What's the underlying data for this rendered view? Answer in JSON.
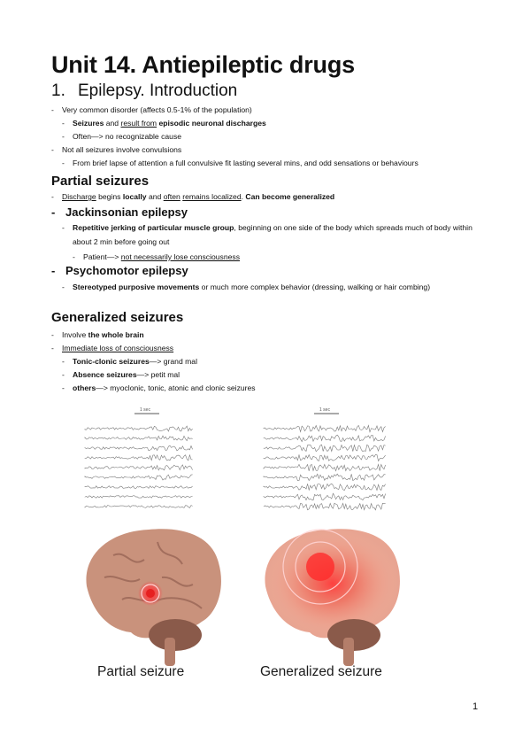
{
  "title": "Unit 14. Antiepileptic drugs",
  "section1": {
    "number": "1.",
    "title": "Epilepsy. Introduction",
    "items": {
      "common_a": "Very common disorder (affects 0.5-1% of the population)",
      "seizures_b1": "Seizures",
      "seizures_t1": " and ",
      "seizures_u1": "result from",
      "seizures_b2": " episodic neuronal discharges",
      "often": "Often",
      "often_rest": "—> no recognizable cause",
      "notall": "Not all seizures involve convulsions",
      "brief": "From brief lapse of attention a full convulsive fit lasting several mins, and odd sensations or behaviours"
    }
  },
  "partial": {
    "heading": "Partial seizures",
    "line_u1": "Discharge",
    "line_t1": " begins ",
    "line_b1": "locally",
    "line_t2": " and ",
    "line_u2": "often",
    "line_t3": " ",
    "line_u3": "remains localized",
    "line_t4": ". ",
    "line_b2": "Can become generalized",
    "jack": {
      "heading": "Jackinsonian epilepsy",
      "desc_b": "Repetitive jerking of particular muscle group",
      "desc_t": ", beginning on one side of the body which spreads much of body within about 2 min before going out",
      "patient": "Patient—> ",
      "patient_u": "not necessarily lose consciousness"
    },
    "psycho": {
      "heading": "Psychomotor epilepsy",
      "desc_b": "Stereotyped purposive movements",
      "desc_t": " or much more complex behavior (dressing, walking or hair combing)"
    }
  },
  "generalized": {
    "heading": "Generalized seizures",
    "involve_t": "Involve ",
    "involve_b": "the whole brain",
    "immediate": "Immediate loss of consciousness",
    "tonic_b": "Tonic-clonic seizures",
    "tonic_t": "—> grand mal",
    "absence_b": "Absence seizures",
    "absence_t": "—> petit mal",
    "others_b": "others",
    "others_t": "—> myoclonic, tonic, atonic and clonic seizures"
  },
  "figure": {
    "scale_label": "1 sec",
    "caption_left": "Partial seizure",
    "caption_right": "Generalized seizure",
    "colors": {
      "brain": "#c9927c",
      "brain_dark": "#a26e5d",
      "cerebellum": "#8a5a4a",
      "focus": "#e62020",
      "eeg": "#777777"
    }
  },
  "page_number": "1"
}
